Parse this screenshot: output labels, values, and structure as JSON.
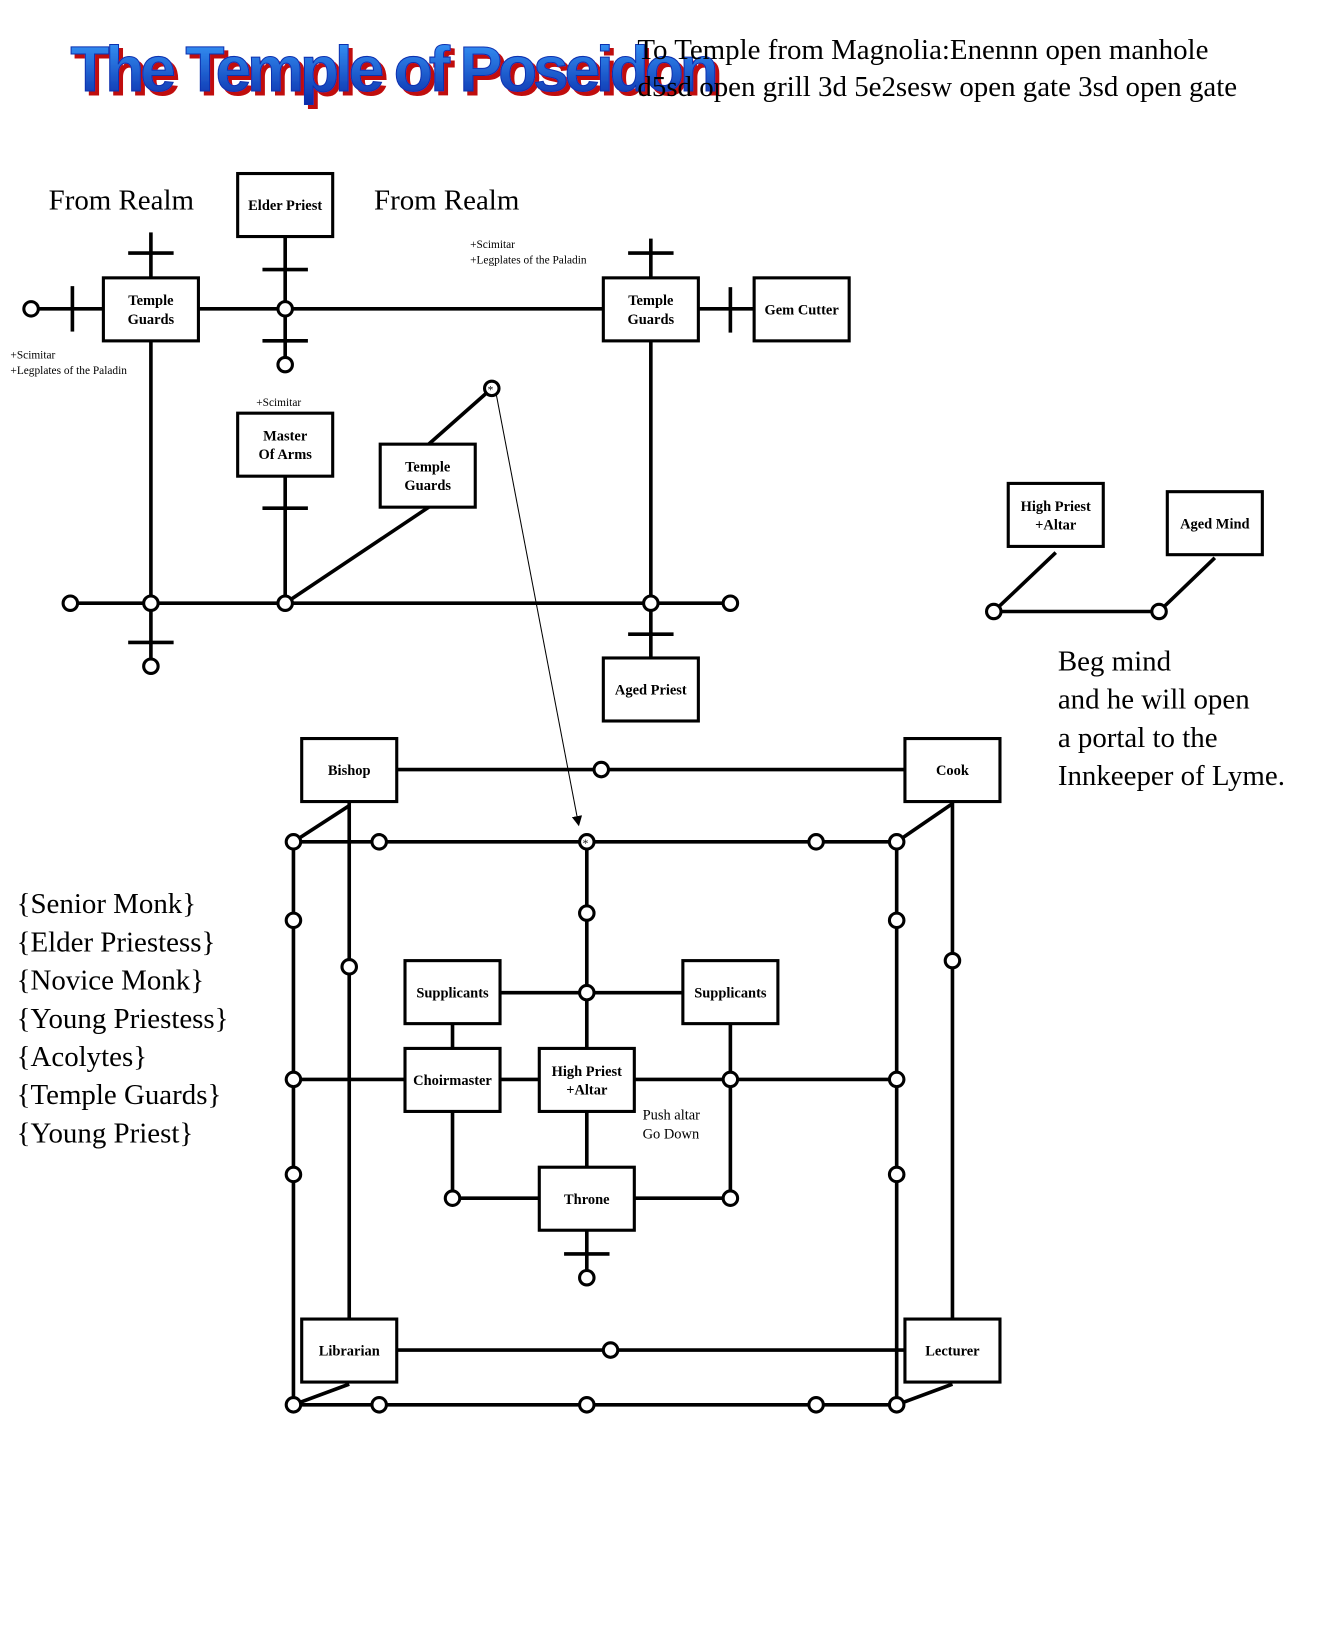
{
  "title": "The Temple of Poseidon",
  "directions": [
    "To Temple from Magnolia:Enennn open manhole",
    "d5sd open grill 3d 5e2sesw open gate 3sd open gate"
  ],
  "labels": {
    "from_realm_left": "From Realm",
    "from_realm_right": "From Realm"
  },
  "rooms": {
    "temple_guards": "Temple|Guards",
    "elder_priest": "Elder Priest",
    "gem_cutter": "Gem Cutter",
    "master_of_arms": "Master|Of Arms",
    "aged_priest": "Aged Priest",
    "high_priest_altar": "High Priest|+Altar",
    "aged_mind": "Aged Mind",
    "bishop": "Bishop",
    "cook": "Cook",
    "supplicants": "Supplicants",
    "choirmaster": "Choirmaster",
    "throne": "Throne",
    "librarian": "Librarian",
    "lecturer": "Lecturer"
  },
  "loot": {
    "scimitar": "+Scimitar",
    "legplates": "+Legplates of the Paladin"
  },
  "portal_note": [
    "Beg mind",
    "and he will open",
    "a portal to the",
    "Innkeeper of Lyme."
  ],
  "altar_note": [
    "Push altar",
    "Go Down"
  ],
  "wandering_mobs": [
    "{Senior Monk}",
    "{Elder Priestess}",
    "{Novice Monk}",
    "{Young Priestess}",
    "{Acolytes}",
    "{Temple Guards}",
    "{Young Priest}"
  ],
  "marker": "*",
  "colors": {
    "title_top": "#3aa0ff",
    "title_bottom": "#0a2aa8",
    "title_shadow": "#c01010"
  }
}
